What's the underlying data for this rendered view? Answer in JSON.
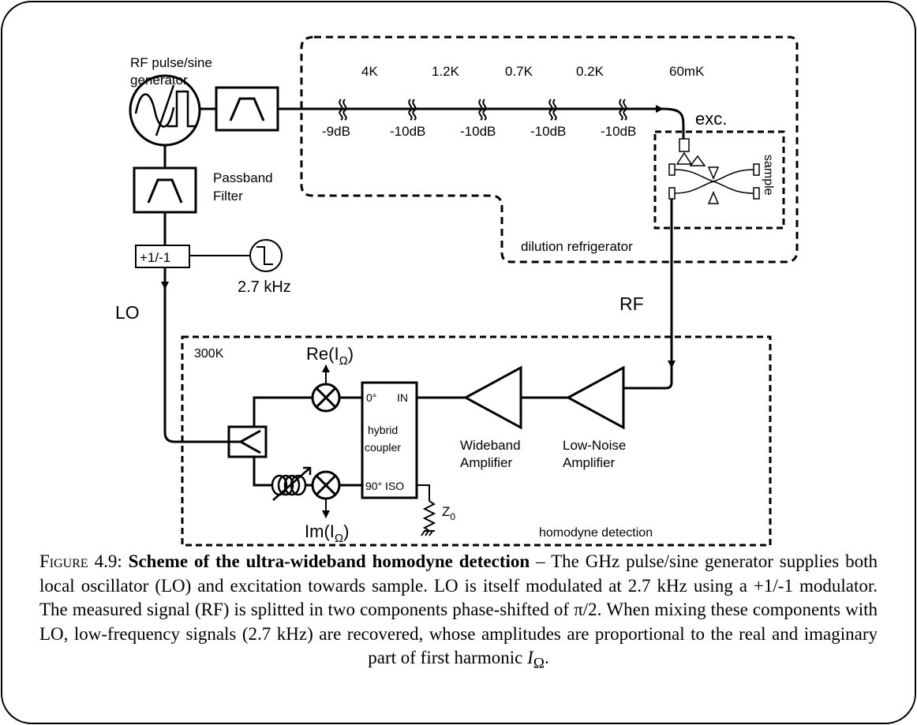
{
  "generator": {
    "label_line1": "RF pulse/sine",
    "label_line2": "generator",
    "icon": "pulse-sine-generator-icon"
  },
  "passband": {
    "line1": "Passband",
    "line2": "Filter"
  },
  "modulator": {
    "label": "+1/-1",
    "frequency": "2.7 kHz",
    "icon": "square-wave-source-icon"
  },
  "lo_label": "LO",
  "rf_label": "RF",
  "fridge": {
    "label": "dilution refrigerator",
    "stages": [
      "4K",
      "1.2K",
      "0.7K",
      "0.2K",
      "60mK"
    ],
    "attenuators": [
      "-9dB",
      "-10dB",
      "-10dB",
      "-10dB",
      "-10dB"
    ],
    "exc_label": "exc.",
    "sample_label": "sample"
  },
  "homodyne": {
    "stage": "300K",
    "label": "homodyne detection",
    "re_output": "Re(I",
    "im_output": "Im(I",
    "omega": "Ω",
    "close_paren": ")",
    "coupler": {
      "port_0": "0°",
      "port_in": "IN",
      "line1": "hybrid",
      "line2": "coupler",
      "port_90": "90° ISO"
    },
    "z0": "Z",
    "z0_sub": "0",
    "wideband": {
      "line1": "Wideband",
      "line2": "Amplifier"
    },
    "lna": {
      "line1": "Low-Noise",
      "line2": "Amplifier"
    }
  },
  "caption": {
    "prefix": "Figure 4.9:",
    "title": "Scheme of the ultra-wideband homodyne detection",
    "dash": " – ",
    "body": "The GHz pulse/sine generator supplies both local oscillator (LO) and excitation towards sample. LO is itself modulated at 2.7 kHz using a +1/-1 modulator. The measured signal (RF) is splitted in two components phase-shifted of π/2. When mixing these components with LO, low-frequency signals (2.7 kHz) are recovered, whose amplitudes are proportional to the real and imaginary part of first harmonic ",
    "symbol": "I",
    "symbol_sub": "Ω",
    "end": "."
  }
}
